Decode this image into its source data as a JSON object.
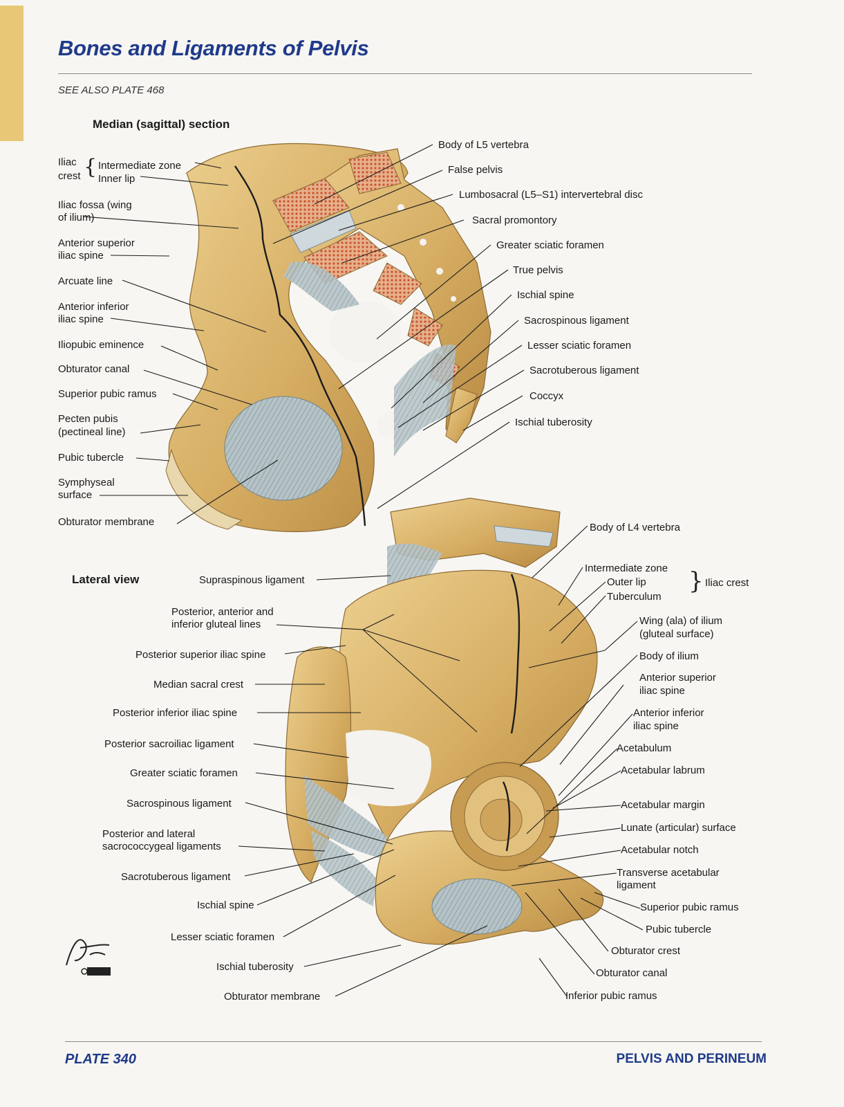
{
  "header": {
    "title": "Bones and Ligaments of Pelvis",
    "see_also": "SEE ALSO PLATE 468"
  },
  "median_section": {
    "heading": "Median (sagittal) section",
    "labels": {
      "iliac": "Iliac",
      "crest": "crest",
      "intermediate_zone": "Intermediate zone",
      "inner_lip": "Inner lip",
      "iliac_fossa_1": "Iliac fossa (wing",
      "iliac_fossa_2": "of ilium)",
      "asis_1": "Anterior superior",
      "asis_2": "iliac spine",
      "arcuate_line": "Arcuate line",
      "aiis_1": "Anterior inferior",
      "aiis_2": "iliac spine",
      "iliopubic_eminence": "Iliopubic eminence",
      "obturator_canal": "Obturator canal",
      "superior_pubic_ramus": "Superior pubic ramus",
      "pecten_pubis_1": "Pecten pubis",
      "pecten_pubis_2": "(pectineal line)",
      "pubic_tubercle": "Pubic tubercle",
      "symphyseal_1": "Symphyseal",
      "symphyseal_2": "surface",
      "obturator_membrane": "Obturator membrane",
      "body_l5": "Body of L5 vertebra",
      "false_pelvis": "False pelvis",
      "lumbosacral_disc": "Lumbosacral (L5–S1) intervertebral disc",
      "sacral_promontory": "Sacral promontory",
      "greater_sciatic_foramen": "Greater sciatic foramen",
      "true_pelvis": "True pelvis",
      "ischial_spine": "Ischial spine",
      "sacrospinous_ligament": "Sacrospinous ligament",
      "lesser_sciatic_foramen": "Lesser sciatic foramen",
      "sacrotuberous_ligament": "Sacrotuberous ligament",
      "coccyx": "Coccyx",
      "ischial_tuberosity": "Ischial tuberosity"
    }
  },
  "lateral_view": {
    "heading": "Lateral view",
    "labels": {
      "supraspinous_ligament": "Supraspinous ligament",
      "gluteal_lines_1": "Posterior, anterior and",
      "gluteal_lines_2": "inferior gluteal lines",
      "psis": "Posterior superior iliac spine",
      "median_sacral_crest": "Median sacral crest",
      "piis": "Posterior inferior iliac spine",
      "posterior_sacroiliac_ligament": "Posterior sacroiliac ligament",
      "greater_sciatic_foramen": "Greater sciatic foramen",
      "sacrospinous_ligament": "Sacrospinous ligament",
      "sacrococcygeal_1": "Posterior and lateral",
      "sacrococcygeal_2": "sacrococcygeal ligaments",
      "sacrotuberous_ligament": "Sacrotuberous ligament",
      "ischial_spine": "Ischial spine",
      "lesser_sciatic_foramen": "Lesser sciatic foramen",
      "ischial_tuberosity": "Ischial tuberosity",
      "obturator_membrane": "Obturator membrane",
      "body_l4": "Body of L4 vertebra",
      "intermediate_zone": "Intermediate zone",
      "outer_lip": "Outer lip",
      "tuberculum": "Tuberculum",
      "iliac_crest": "Iliac crest",
      "wing_ilium_1": "Wing (ala) of ilium",
      "wing_ilium_2": "(gluteal surface)",
      "body_ilium": "Body of ilium",
      "asis_1": "Anterior superior",
      "asis_2": "iliac spine",
      "aiis_1": "Anterior inferior",
      "aiis_2": "iliac spine",
      "acetabulum": "Acetabulum",
      "acetabular_labrum": "Acetabular labrum",
      "acetabular_margin": "Acetabular margin",
      "lunate_surface": "Lunate (articular) surface",
      "acetabular_notch": "Acetabular notch",
      "transverse_lig_1": "Transverse acetabular",
      "transverse_lig_2": "ligament",
      "superior_pubic_ramus": "Superior pubic ramus",
      "pubic_tubercle": "Pubic tubercle",
      "obturator_crest": "Obturator crest",
      "obturator_canal": "Obturator canal",
      "inferior_pubic_ramus": "Inferior pubic ramus"
    }
  },
  "footer": {
    "plate": "PLATE 340",
    "chapter": "PELVIS AND PERINEUM"
  },
  "colors": {
    "title_blue": "#1f3a8a",
    "bone": "#d9b26a",
    "bone_dark": "#b98a3e",
    "ligament": "#a9b8bd",
    "marrow": "#d2653f",
    "tab": "#e8c877"
  }
}
